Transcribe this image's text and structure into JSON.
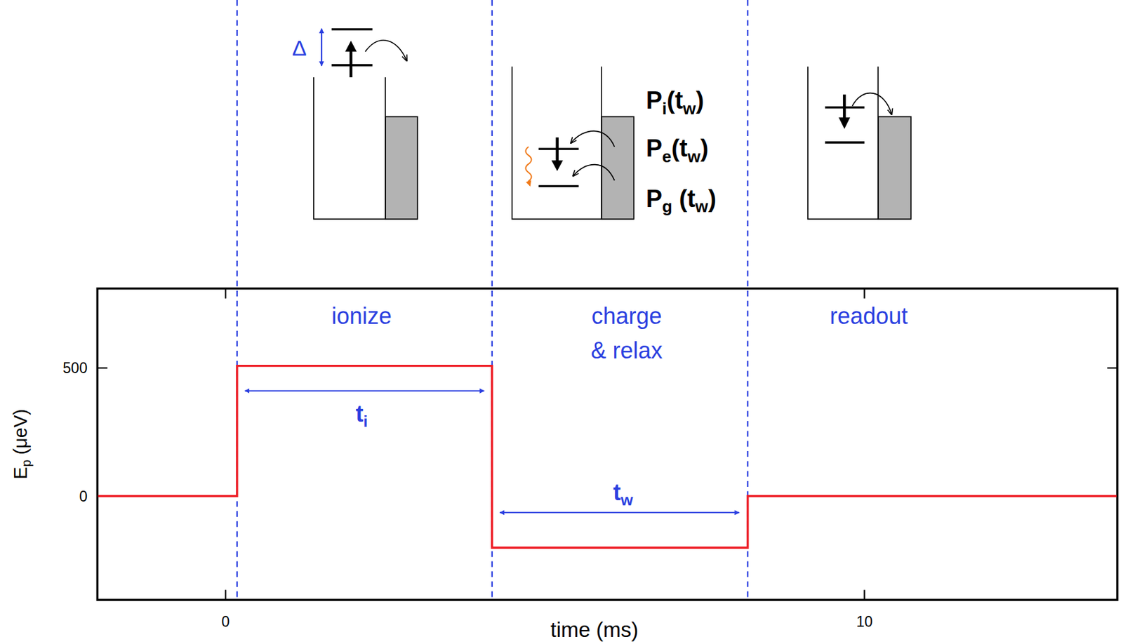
{
  "diagram": {
    "labels": [
      "Δ",
      "P",
      "i",
      "(t",
      "w",
      ")",
      "P",
      "e",
      "(t",
      "w",
      ")",
      "P",
      "g",
      "(t",
      "w",
      ")",
      "ionize",
      "charge & relax",
      "readout",
      "500",
      "0",
      "E",
      "p",
      "(μeV)",
      "t",
      "i",
      "t",
      "w",
      "0",
      "10",
      "time (ms)"
    ]
  }
}
